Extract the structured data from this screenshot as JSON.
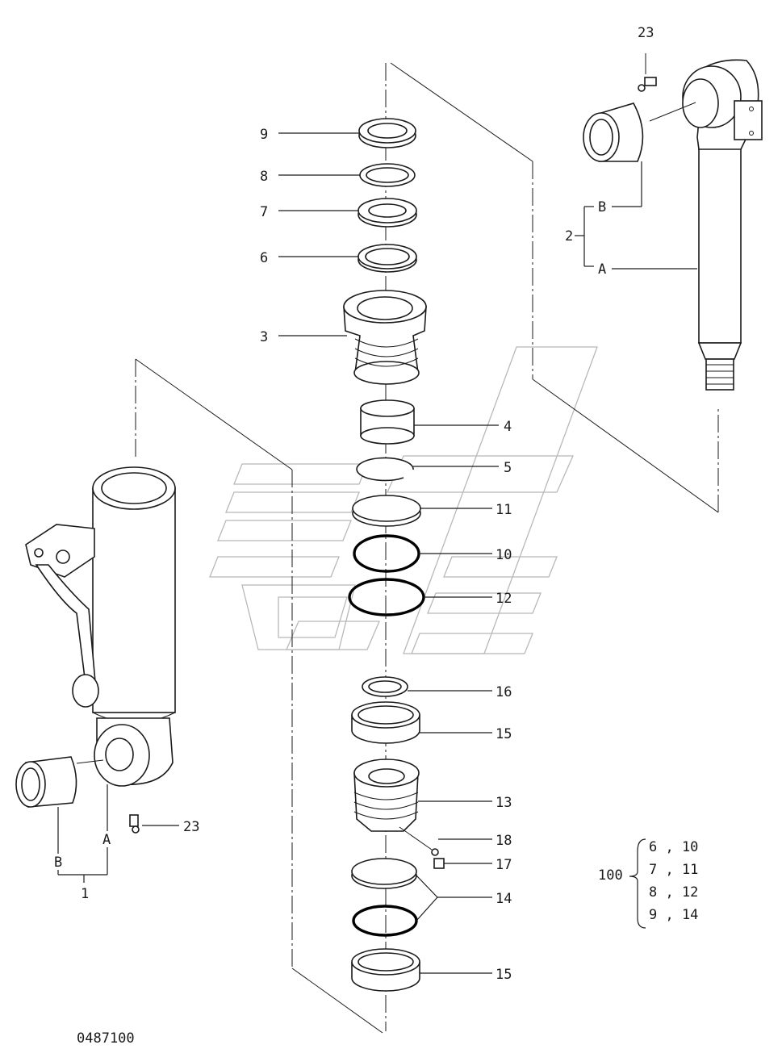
{
  "drawing_number": "0487100",
  "callouts": {
    "p9": "9",
    "p8": "8",
    "p7": "7",
    "p6": "6",
    "p3": "3",
    "p4": "4",
    "p5": "5",
    "p11": "11",
    "p10": "10",
    "p12": "12",
    "p16": "16",
    "p15a": "15",
    "p13": "13",
    "p18": "18",
    "p17": "17",
    "p14": "14",
    "p15b": "15",
    "p23_top": "23",
    "p23_bottom": "23",
    "p2": "2",
    "p2_B": "B",
    "p2_A": "A",
    "p1": "1",
    "p1_B": "B",
    "p1_A": "A"
  },
  "kit": {
    "number": "100",
    "rows": [
      "6 , 10",
      "7 , 11",
      "8 , 12",
      "9 , 14"
    ]
  }
}
